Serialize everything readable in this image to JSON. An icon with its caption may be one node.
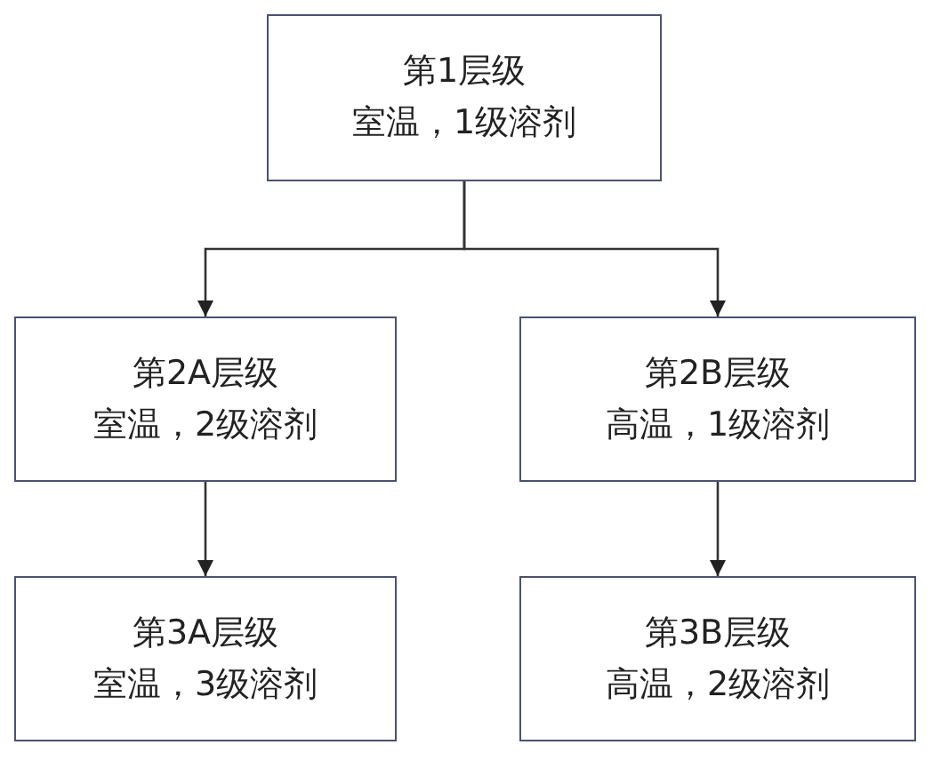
{
  "diagram": {
    "nodes": [
      {
        "text": [
          "第1层级",
          "室温，1级溶剂"
        ]
      },
      {
        "text": [
          "第2A层级",
          "室温，2级溶剂"
        ]
      },
      {
        "text": [
          "第2B层级",
          "高温，1级溶剂"
        ]
      },
      {
        "text": [
          "第3A层级",
          "室温，3级溶剂"
        ]
      },
      {
        "text": [
          "第3B层级",
          "高温，2级溶剂"
        ]
      }
    ],
    "edges": [
      {
        "from": 0,
        "to": 1,
        "arrow": "to"
      },
      {
        "from": 0,
        "to": 2,
        "arrow": "to"
      },
      {
        "from": 1,
        "to": 3,
        "arrow": "to"
      },
      {
        "from": 2,
        "to": 4,
        "arrow": "to"
      }
    ]
  }
}
